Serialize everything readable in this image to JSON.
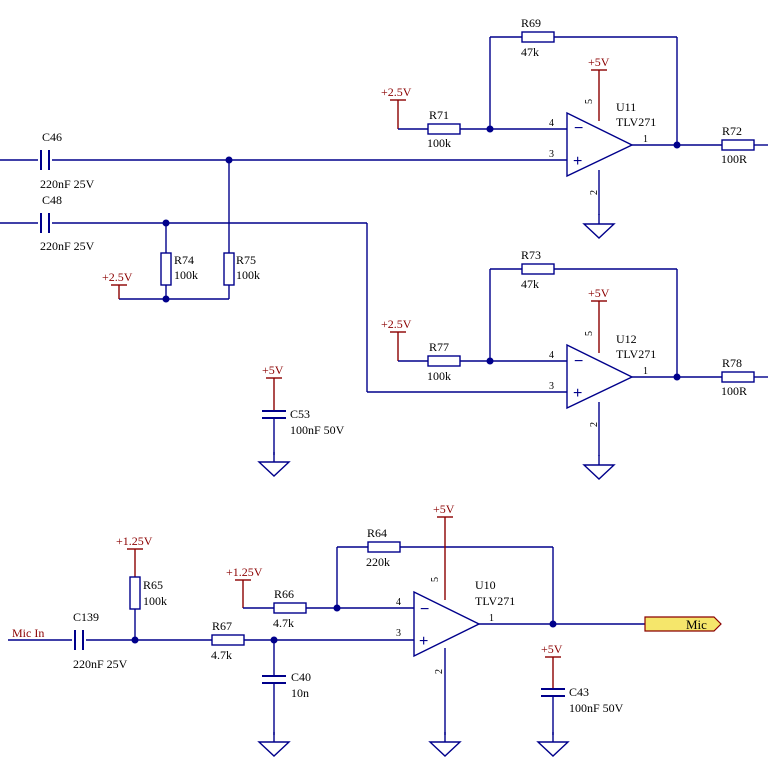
{
  "components": {
    "R69": {
      "ref": "R69",
      "value": "47k"
    },
    "R71": {
      "ref": "R71",
      "value": "100k"
    },
    "R72": {
      "ref": "R72",
      "value": "100R"
    },
    "R73": {
      "ref": "R73",
      "value": "47k"
    },
    "R74": {
      "ref": "R74",
      "value": "100k"
    },
    "R75": {
      "ref": "R75",
      "value": "100k"
    },
    "R77": {
      "ref": "R77",
      "value": "100k"
    },
    "R78": {
      "ref": "R78",
      "value": "100R"
    },
    "R64": {
      "ref": "R64",
      "value": "220k"
    },
    "R65": {
      "ref": "R65",
      "value": "100k"
    },
    "R66": {
      "ref": "R66",
      "value": "4.7k"
    },
    "R67": {
      "ref": "R67",
      "value": "4.7k"
    },
    "C46": {
      "ref": "C46",
      "value": "220nF 25V"
    },
    "C48": {
      "ref": "C48",
      "value": "220nF 25V"
    },
    "C53": {
      "ref": "C53",
      "value": "100nF 50V"
    },
    "C139": {
      "ref": "C139",
      "value": "220nF 25V"
    },
    "C40": {
      "ref": "C40",
      "value": "10n"
    },
    "C43": {
      "ref": "C43",
      "value": "100nF 50V"
    },
    "U11": {
      "ref": "U11",
      "value": "TLV271"
    },
    "U12": {
      "ref": "U12",
      "value": "TLV271"
    },
    "U10": {
      "ref": "U10",
      "value": "TLV271"
    }
  },
  "power": {
    "p5v": "+5V",
    "p2v5": "+2.5V",
    "p1v25": "+1.25V"
  },
  "pins": {
    "inv": "4",
    "noninv": "3",
    "out": "1",
    "vcc": "5",
    "gnd": "2"
  },
  "signs": {
    "minus": "−",
    "plus": "+"
  },
  "nets": {
    "mic_in": "Mic In",
    "mic_port": "Mic"
  }
}
